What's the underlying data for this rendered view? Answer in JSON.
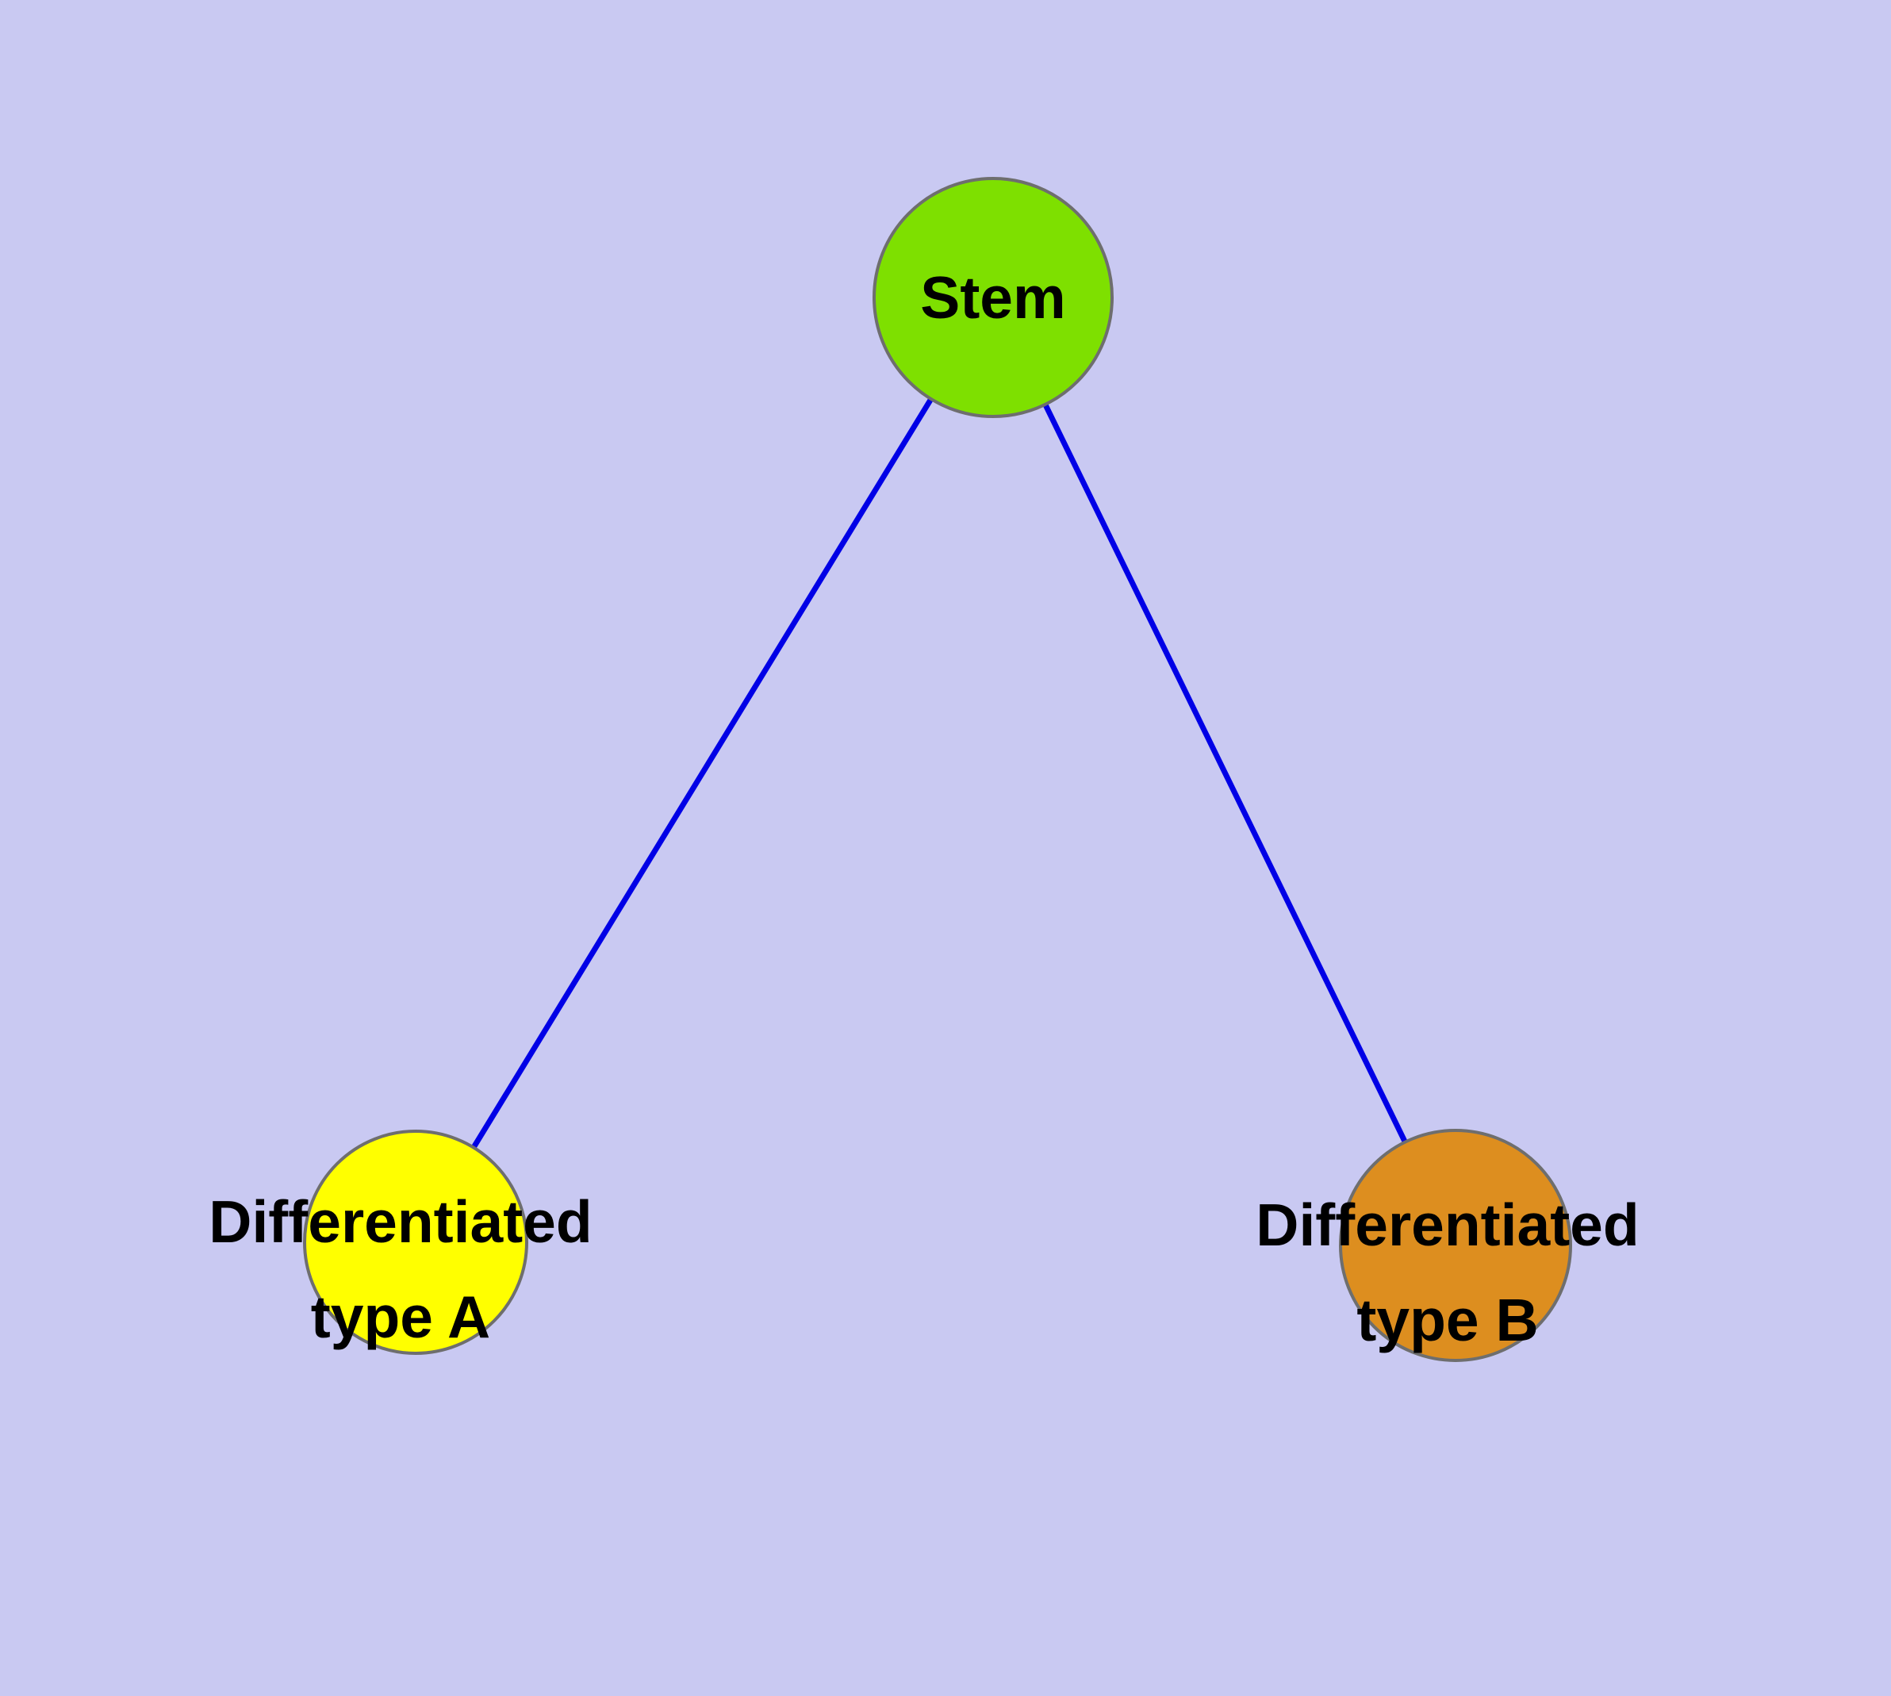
{
  "canvas": {
    "background_color": "#c9c9f2"
  },
  "edges": {
    "color": "#0000e6",
    "list": [
      {
        "from": "stem",
        "to": "differentiated-type-a"
      },
      {
        "from": "stem",
        "to": "differentiated-type-b"
      }
    ]
  },
  "nodes": {
    "stem": {
      "label": "Stem",
      "color": "#7ee000",
      "border_color": "#6e6e6e"
    },
    "type_a": {
      "label_line1": "Differentiated",
      "label_line2": "type A",
      "color": "#ffff00",
      "border_color": "#6e6e6e"
    },
    "type_b": {
      "label_line1": "Differentiated",
      "label_line2": "type B",
      "color": "#dd8e1f",
      "border_color": "#6e6e6e"
    }
  }
}
